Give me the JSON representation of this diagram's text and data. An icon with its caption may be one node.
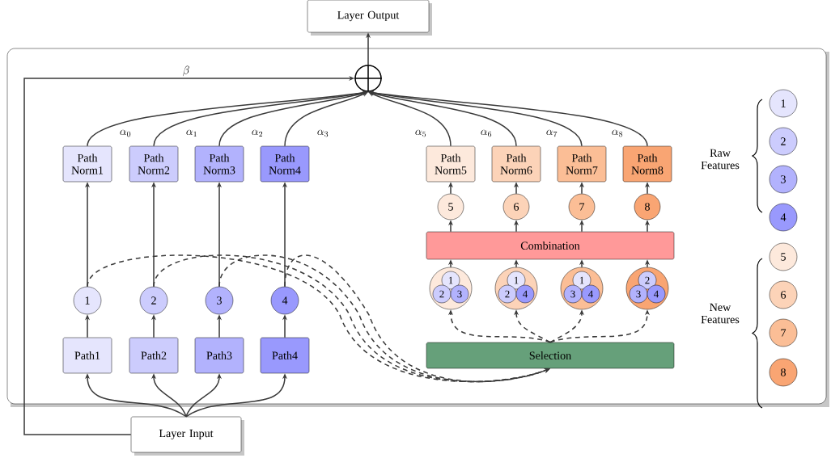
{
  "diagram": {
    "nodes": [
      {
        "text": [
          "Layer Output"
        ]
      },
      {
        "text": [],
        "shape": "box"
      },
      {
        "text": [],
        "shape": "circle",
        "in": 1
      },
      {
        "text": [
          "Path Norm1"
        ],
        "in": 1
      },
      {
        "text": [
          "Path Norm2"
        ],
        "in": 1
      },
      {
        "text": [
          "Path Norm3"
        ],
        "in": 1
      },
      {
        "text": [
          "Path Norm4"
        ],
        "in": 1
      },
      {
        "text": [
          "Path Norm5"
        ],
        "in": 1
      },
      {
        "text": [
          "Path Norm6"
        ],
        "in": 1
      },
      {
        "text": [
          "Path Norm7"
        ],
        "in": 1
      },
      {
        "text": [
          "Path Norm8"
        ],
        "in": 1
      },
      {
        "text": [
          "5"
        ],
        "in": 1
      },
      {
        "text": [
          "6"
        ],
        "in": 1
      },
      {
        "text": [
          "7"
        ],
        "in": 1
      },
      {
        "text": [
          "8"
        ],
        "in": 1
      },
      {
        "text": [
          "Combination"
        ],
        "in": 1
      },
      {
        "text": [],
        "shape": "circle",
        "in": 1
      },
      {
        "text": [
          "1"
        ],
        "in": 16
      },
      {
        "text": [
          "2"
        ],
        "in": 16
      },
      {
        "text": [
          "3"
        ],
        "in": 16
      },
      {
        "text": [],
        "shape": "circle",
        "in": 1
      },
      {
        "text": [
          "1"
        ],
        "in": 20
      },
      {
        "text": [
          "2"
        ],
        "in": 20
      },
      {
        "text": [
          "4"
        ],
        "in": 20
      },
      {
        "text": [],
        "shape": "circle",
        "in": 1
      },
      {
        "text": [
          "1"
        ],
        "in": 24
      },
      {
        "text": [
          "3"
        ],
        "in": 24
      },
      {
        "text": [
          "4"
        ],
        "in": 24
      },
      {
        "text": [],
        "shape": "circle",
        "in": 1
      },
      {
        "text": [
          "2"
        ],
        "in": 28
      },
      {
        "text": [
          "3"
        ],
        "in": 28
      },
      {
        "text": [
          "4"
        ],
        "in": 28
      },
      {
        "text": [
          "1"
        ],
        "in": 1
      },
      {
        "text": [
          "2"
        ],
        "in": 1
      },
      {
        "text": [
          "3"
        ],
        "in": 1
      },
      {
        "text": [
          "4"
        ],
        "in": 1
      },
      {
        "text": [
          "Path1"
        ],
        "in": 1
      },
      {
        "text": [
          "Path2"
        ],
        "in": 1
      },
      {
        "text": [
          "Path3"
        ],
        "in": 1
      },
      {
        "text": [
          "Path4"
        ],
        "in": 1
      },
      {
        "text": [
          "Selection"
        ],
        "in": 1
      },
      {
        "text": [
          "Layer Input"
        ]
      },
      {
        "text": [
          "1"
        ],
        "in": 1
      },
      {
        "text": [
          "2"
        ],
        "in": 1
      },
      {
        "text": [
          "3"
        ],
        "in": 1
      },
      {
        "text": [
          "4"
        ],
        "in": 1
      },
      {
        "text": [
          "5"
        ],
        "in": 1
      },
      {
        "text": [
          "6"
        ],
        "in": 1
      },
      {
        "text": [
          "7"
        ],
        "in": 1
      },
      {
        "text": [
          "8"
        ],
        "in": 1
      }
    ],
    "edges": [
      {
        "from": 41,
        "to": 36,
        "arrow": "to"
      },
      {
        "from": 41,
        "to": 37,
        "arrow": "to"
      },
      {
        "from": 41,
        "to": 38,
        "arrow": "to"
      },
      {
        "from": 41,
        "to": 39,
        "arrow": "to"
      },
      {
        "from": 36,
        "to": 32,
        "arrow": "to"
      },
      {
        "from": 37,
        "to": 33,
        "arrow": "to"
      },
      {
        "from": 38,
        "to": 34,
        "arrow": "to"
      },
      {
        "from": 39,
        "to": 35,
        "arrow": "to"
      },
      {
        "from": 32,
        "to": 3,
        "arrow": "to"
      },
      {
        "from": 33,
        "to": 4,
        "arrow": "to"
      },
      {
        "from": 34,
        "to": 5,
        "arrow": "to"
      },
      {
        "from": 35,
        "to": 6,
        "arrow": "to"
      },
      {
        "from": 3,
        "to": 2,
        "arrow": "to",
        "label": "\\alpha_0"
      },
      {
        "from": 4,
        "to": 2,
        "arrow": "to",
        "label": "\\alpha_1"
      },
      {
        "from": 5,
        "to": 2,
        "arrow": "to",
        "label": "\\alpha_2"
      },
      {
        "from": 6,
        "to": 2,
        "arrow": "to",
        "label": "\\alpha_3"
      },
      {
        "from": 7,
        "to": 2,
        "arrow": "to",
        "label": "\\alpha_5"
      },
      {
        "from": 8,
        "to": 2,
        "arrow": "to",
        "label": "\\alpha_6"
      },
      {
        "from": 9,
        "to": 2,
        "arrow": "to",
        "label": "\\alpha_7"
      },
      {
        "from": 10,
        "to": 2,
        "arrow": "to",
        "label": "\\alpha_8"
      },
      {
        "from": 11,
        "to": 7,
        "arrow": "to"
      },
      {
        "from": 12,
        "to": 8,
        "arrow": "to"
      },
      {
        "from": 13,
        "to": 9,
        "arrow": "to"
      },
      {
        "from": 14,
        "to": 10,
        "arrow": "to"
      },
      {
        "from": 15,
        "to": 11,
        "arrow": "to"
      },
      {
        "from": 15,
        "to": 12,
        "arrow": "to"
      },
      {
        "from": 15,
        "to": 13,
        "arrow": "to"
      },
      {
        "from": 15,
        "to": 14,
        "arrow": "to"
      },
      {
        "from": 16,
        "to": 15,
        "arrow": "to"
      },
      {
        "from": 20,
        "to": 15,
        "arrow": "to"
      },
      {
        "from": 24,
        "to": 15,
        "arrow": "to"
      },
      {
        "from": 28,
        "to": 15,
        "arrow": "to"
      },
      {
        "from": 40,
        "to": 16,
        "arrow": "to",
        "style": "dashed"
      },
      {
        "from": 40,
        "to": 20,
        "arrow": "to",
        "style": "dashed"
      },
      {
        "from": 40,
        "to": 24,
        "arrow": "to",
        "style": "dashed"
      },
      {
        "from": 40,
        "to": 28,
        "arrow": "to",
        "style": "dashed"
      },
      {
        "from": 32,
        "to": 40,
        "arrow": "to",
        "style": "dashed"
      },
      {
        "from": 33,
        "to": 40,
        "arrow": "to",
        "style": "dashed"
      },
      {
        "from": 34,
        "to": 40,
        "arrow": "to",
        "style": "dashed"
      },
      {
        "from": 35,
        "to": 40,
        "arrow": "to",
        "style": "dashed"
      },
      {
        "from": 41,
        "to": 2,
        "arrow": "to",
        "label": "\\beta"
      },
      {
        "from": 2,
        "to": 0,
        "arrow": "to"
      }
    ],
    "labels": [
      "Raw Features",
      "New Features"
    ]
  }
}
